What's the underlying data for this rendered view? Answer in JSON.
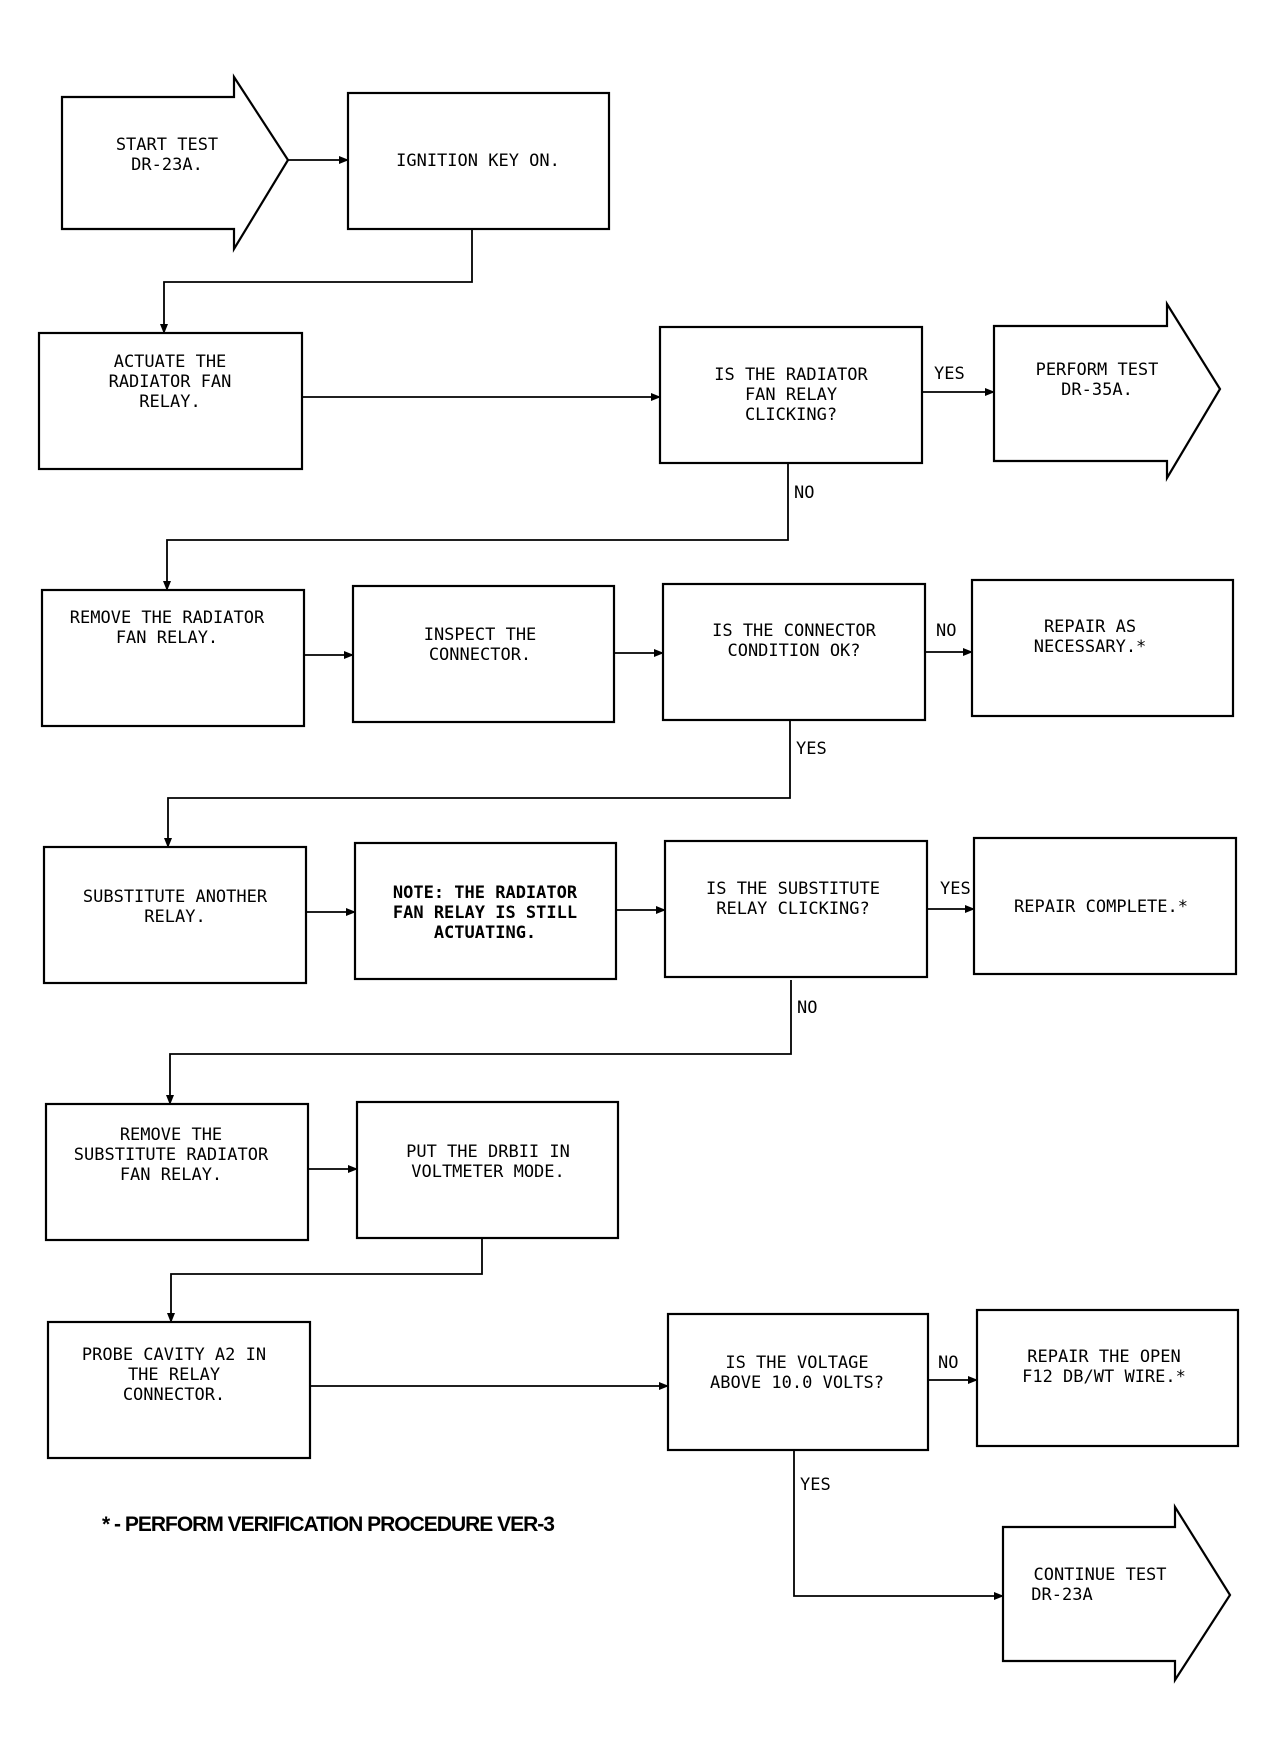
{
  "nodes": {
    "start_test": [
      "START TEST",
      "DR-23A."
    ],
    "ignition_key": [
      "IGNITION KEY ON."
    ],
    "actuate_relay": [
      "ACTUATE THE",
      "RADIATOR FAN",
      "RELAY."
    ],
    "relay_clicking": [
      "IS THE RADIATOR",
      "FAN RELAY",
      "CLICKING?"
    ],
    "perform_test": [
      "PERFORM TEST",
      "DR-35A."
    ],
    "remove_relay": [
      "REMOVE THE RADIATOR",
      "FAN RELAY."
    ],
    "inspect_connector": [
      "INSPECT THE",
      "CONNECTOR."
    ],
    "connector_ok": [
      "IS THE CONNECTOR",
      "CONDITION OK?"
    ],
    "repair_necessary": [
      "REPAIR AS",
      "NECESSARY.*"
    ],
    "substitute_relay": [
      "SUBSTITUTE ANOTHER",
      "RELAY."
    ],
    "note_actuating": [
      "NOTE: THE RADIATOR",
      "FAN RELAY IS STILL",
      "ACTUATING."
    ],
    "substitute_clicking": [
      "IS THE SUBSTITUTE",
      "RELAY CLICKING?"
    ],
    "repair_complete": [
      "REPAIR COMPLETE.*"
    ],
    "remove_substitute": [
      "REMOVE THE",
      "SUBSTITUTE RADIATOR",
      "FAN RELAY."
    ],
    "drbii_voltmeter": [
      "PUT THE DRBII IN",
      "VOLTMETER MODE."
    ],
    "probe_cavity": [
      "PROBE CAVITY A2 IN",
      "THE RELAY",
      "CONNECTOR."
    ],
    "voltage_check": [
      "IS THE VOLTAGE",
      "ABOVE 10.0 VOLTS?"
    ],
    "repair_open_wire": [
      "REPAIR THE OPEN",
      "F12 DB/WT WIRE.*"
    ],
    "continue_test": [
      "CONTINUE TEST",
      "DR-23A"
    ]
  },
  "edge_labels": {
    "relay_clicking_yes": "YES",
    "relay_clicking_no": "NO",
    "connector_ok_no": "NO",
    "connector_ok_yes": "YES",
    "substitute_clicking_yes": "YES",
    "substitute_clicking_no": "NO",
    "voltage_no": "NO",
    "voltage_yes": "YES"
  },
  "footnote": "* - PERFORM VERIFICATION PROCEDURE VER-3"
}
